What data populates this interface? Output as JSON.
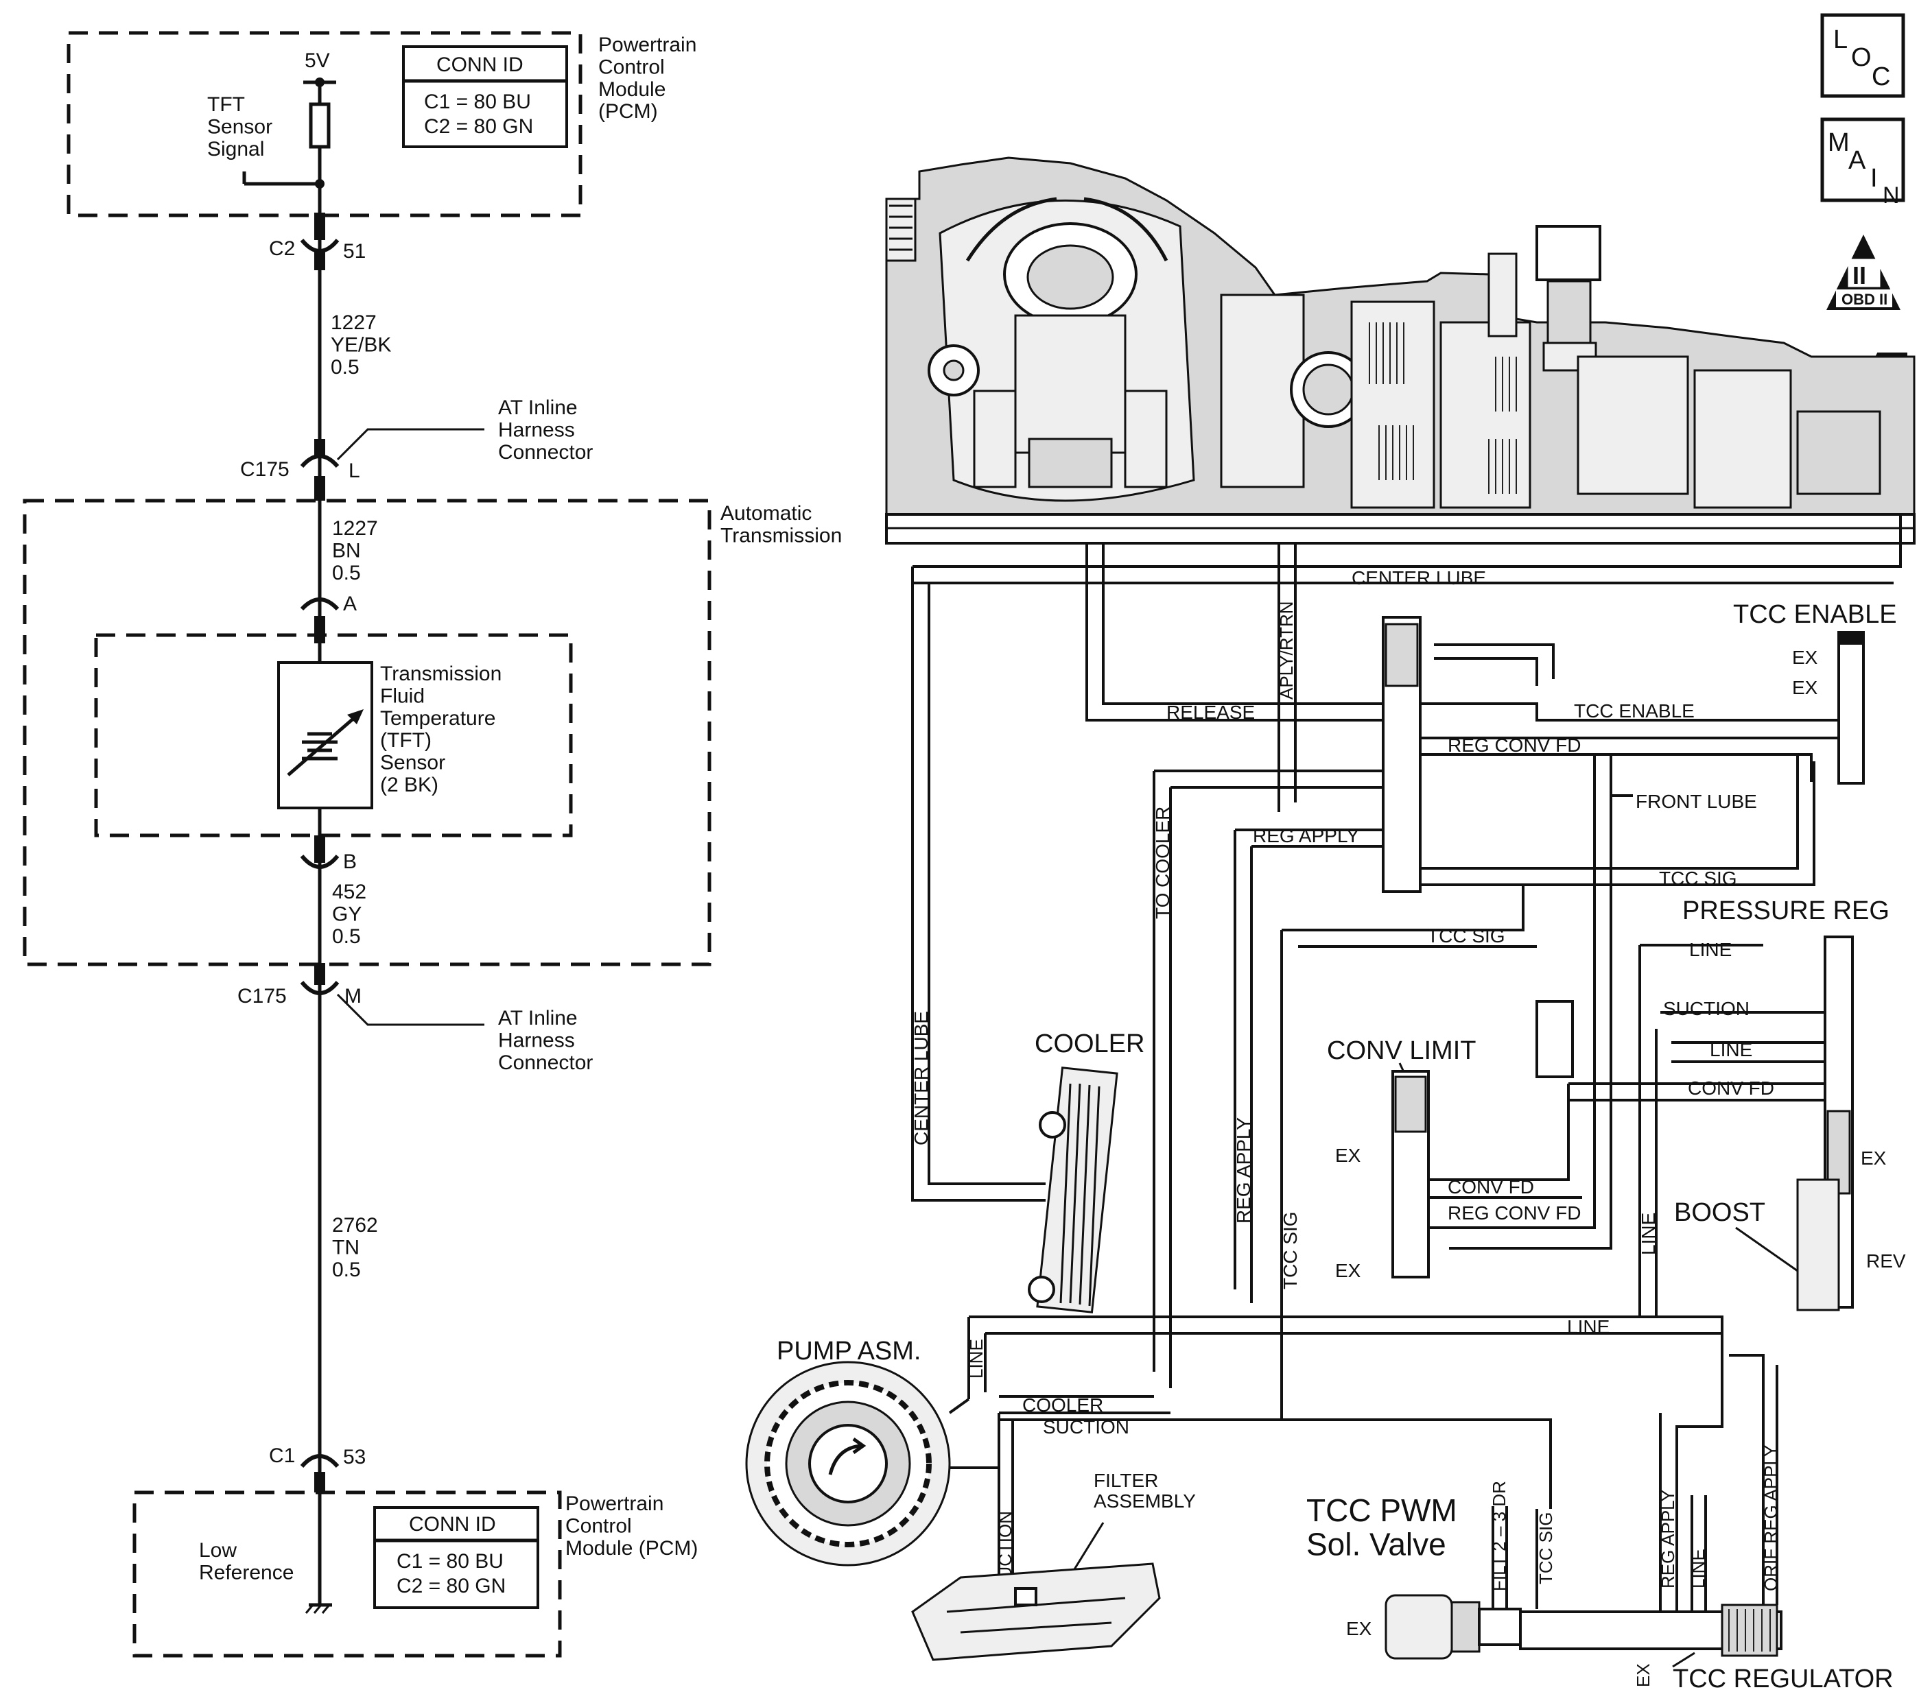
{
  "pcm_top": {
    "title": "Powertrain\nControl\nModule\n(PCM)",
    "voltage": "5V",
    "signal_label": "TFT\nSensor\nSignal",
    "conn_title": "CONN ID",
    "conn_c1": "C1 = 80 BU",
    "conn_c2": "C2 = 80 GN"
  },
  "connectors": {
    "c2": "C2",
    "c2_pin": "51",
    "c175_top": "C175",
    "c175_top_pin": "L",
    "c175_bot": "C175",
    "c175_bot_pin": "M",
    "pin_a": "A",
    "pin_b": "B",
    "c1": "C1",
    "c1_pin": "53",
    "inline_top": "AT Inline\nHarness\nConnector",
    "inline_bot": "AT Inline\nHarness\nConnector"
  },
  "wires": {
    "w1": "1227\nYE/BK\n0.5",
    "w2": "1227\nBN\n0.5",
    "w3": "452\nGY\n0.5",
    "w4": "2762\nTN\n0.5"
  },
  "transmission": {
    "title": "Automatic\nTransmission",
    "sensor": "Transmission\nFluid\nTemperature\n(TFT)\nSensor\n(2 BK)"
  },
  "pcm_bottom": {
    "title": "Powertrain\nControl\nModule (PCM)",
    "ref_label": "Low\nReference",
    "conn_title": "CONN ID",
    "conn_c1": "C1 = 80 BU",
    "conn_c2": "C2 = 80 GN"
  },
  "nav_icons": {
    "loc": "LOC",
    "main": "MAIN",
    "obd_numeral": "II",
    "obd_label": "OBD II"
  },
  "hydraulic": {
    "center_lube": "CENTER LUBE",
    "center_lube_v": "CENTER LUBE",
    "aply_rtrn": "APLY/RTRN",
    "release": "RELEASE",
    "tcc_enable_title": "TCC ENABLE",
    "tcc_enable": "TCC ENABLE",
    "ex": "EX",
    "reg_conv_fd": "REG CONV FD",
    "front_lube": "FRONT LUBE",
    "reg_apply": "REG APPLY",
    "tcc_sig": "TCC SIG",
    "to_cooler": "TO COOLER",
    "pressure_reg": "PRESSURE REG",
    "line": "LINE",
    "suction": "SUCTION",
    "conv_fd": "CONV FD",
    "conv_limit": "CONV LIMIT",
    "boost": "BOOST",
    "rev": "REV",
    "cooler_title": "COOLER",
    "cooler": "COOLER",
    "pump": "PUMP ASM.",
    "filter": "FILTER\nASSEMBLY",
    "tcc_pwm": "TCC PWM\nSol. Valve",
    "filt_23_dr": "FILT 2 – 3 DR",
    "orif_reg_apply": "ORIF REG APPLY",
    "tcc_regulator": "TCC REGULATOR"
  }
}
